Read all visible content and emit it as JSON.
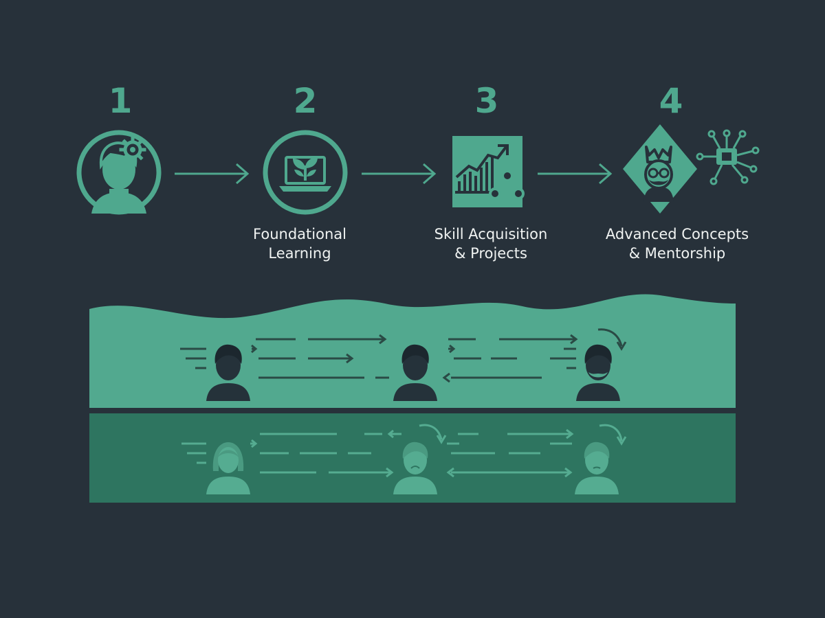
{
  "steps": [
    {
      "number": "1",
      "icon": "person-gear-icon",
      "label_line1": "",
      "label_line2": ""
    },
    {
      "number": "2",
      "icon": "laptop-sprout-icon",
      "label_line1": "Foundational",
      "label_line2": "Learning"
    },
    {
      "number": "3",
      "icon": "growth-chart-icon",
      "label_line1": "Skill Acquisition",
      "label_line2": "& Projects"
    },
    {
      "number": "4",
      "icon": "mentor-network-icon",
      "label_line1": "Advanced Concepts",
      "label_line2": "& Mentorship"
    }
  ],
  "colors": {
    "background": "#27313a",
    "accent": "#4fa88e",
    "upper_band": "#52a98f",
    "lower_band": "#2e7560",
    "figure_dark": "#25323a",
    "figure_light": "#55ac91",
    "label_text": "#f0f3f2"
  },
  "bands": [
    {
      "name": "upper",
      "figures": [
        "person-icon",
        "person-icon",
        "bearded-person-icon"
      ]
    },
    {
      "name": "lower",
      "figures": [
        "woman-icon",
        "sad-person-icon",
        "person-icon"
      ]
    }
  ]
}
